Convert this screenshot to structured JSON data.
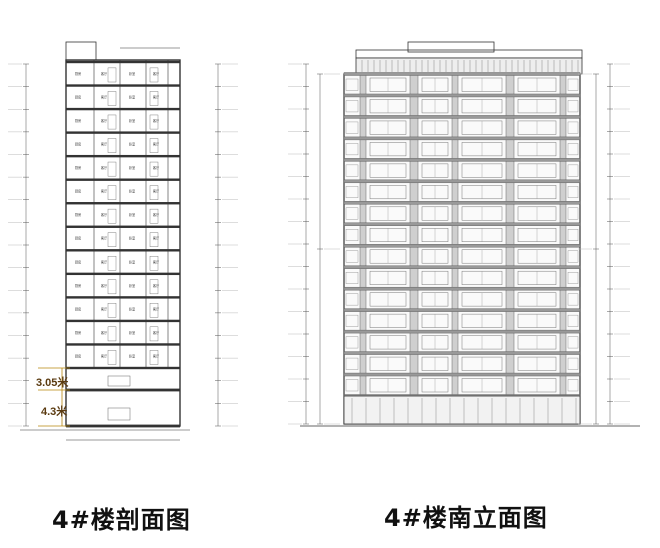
{
  "captions": {
    "section": "4#楼剖面图",
    "elevation": "4#楼南立面图"
  },
  "annotations": {
    "floor_height_upper": "3.05米",
    "floor_height_ground": "4.3米"
  },
  "section_rooms": [
    "厨房",
    "客厅",
    "卧室"
  ],
  "colors": {
    "annotation_text": "#5a3a10",
    "annotation_line": "#b8860b",
    "line": "#333333"
  }
}
